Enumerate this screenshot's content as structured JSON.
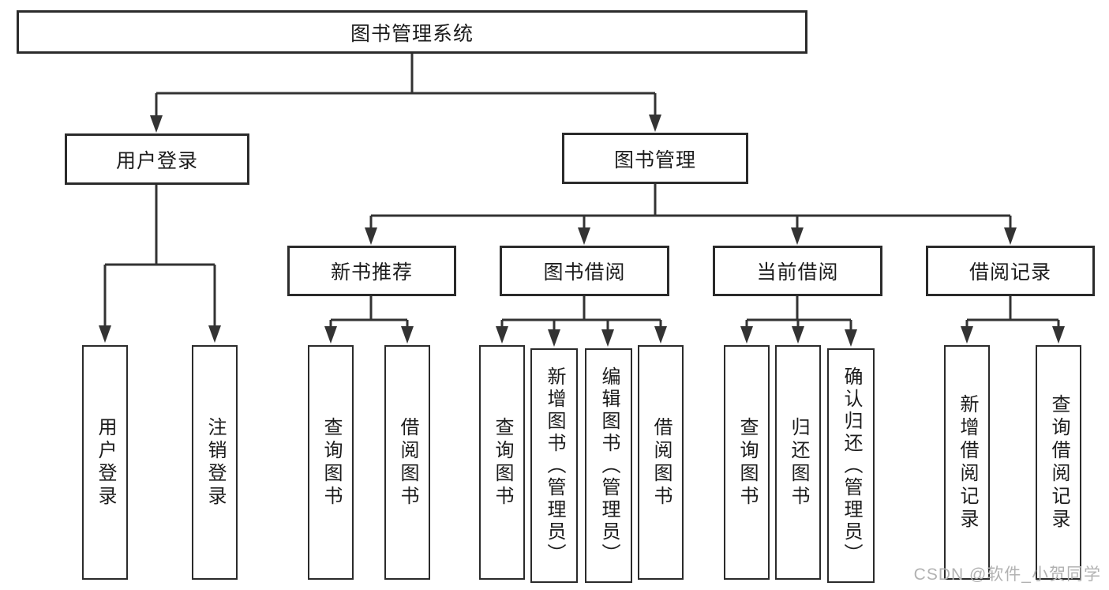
{
  "nodes": {
    "root": "图书管理系统",
    "user_login": "用户登录",
    "book_mgmt": "图书管理",
    "new_book_rec": "新书推荐",
    "book_borrow": "图书借阅",
    "current_borrow": "当前借阅",
    "borrow_record": "借阅记录",
    "ul_login": "用户登录",
    "ul_logout": "注销登录",
    "nb_query": "查询图书",
    "nb_borrow": "借阅图书",
    "bb_query": "查询图书",
    "bb_add": "新增图书（管理员）",
    "bb_edit": "编辑图书（管理员）",
    "bb_borrow": "借阅图书",
    "cb_query": "查询图书",
    "cb_return": "归还图书",
    "cb_confirm": "确认归还（管理员）",
    "br_add": "新增借阅记录",
    "br_query": "查询借阅记录"
  },
  "watermark": "CSDN @软件_小贺同学",
  "colors": {
    "line": "#333333",
    "border": "#2b2b2b",
    "text": "#1c1c1c",
    "watermark": "#b2b2b2",
    "bg": "#ffffff"
  }
}
